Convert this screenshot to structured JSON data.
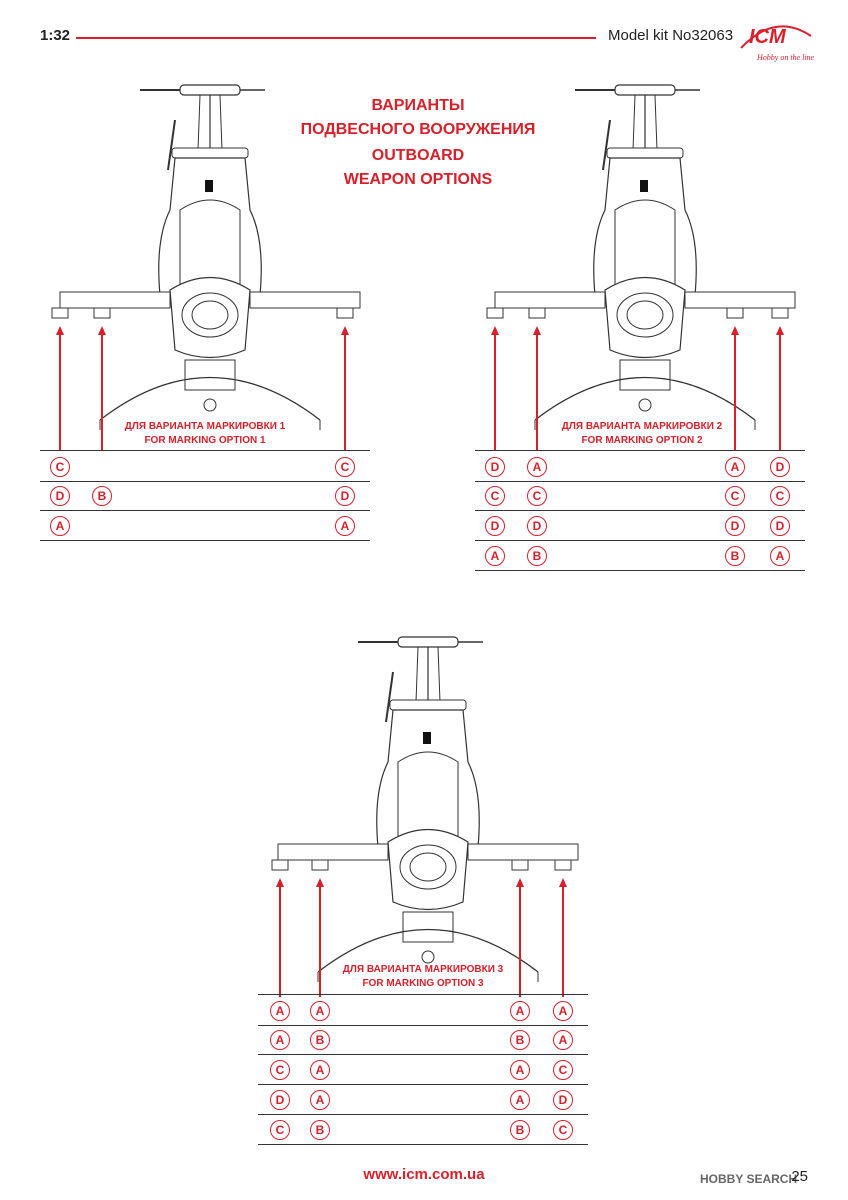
{
  "header": {
    "scale": "1:32",
    "kit": "Model kit No32063",
    "logo_text": "ICM",
    "logo_tagline": "Hobby on the line"
  },
  "title": {
    "line1": "ВАРИАНТЫ",
    "line2": "ПОДВЕСНОГО ВООРУЖЕНИЯ",
    "line3": "OUTBOARD",
    "line4": "WEAPON OPTIONS"
  },
  "options": [
    {
      "caption_ru": "ДЛЯ ВАРИАНТА МАРКИРОВКИ 1",
      "caption_en": "FOR MARKING OPTION 1",
      "rows": [
        [
          "C",
          "",
          "",
          "C"
        ],
        [
          "D",
          "B",
          "",
          "D"
        ],
        [
          "A",
          "",
          "",
          "A"
        ]
      ]
    },
    {
      "caption_ru": "ДЛЯ ВАРИАНТА МАРКИРОВКИ 2",
      "caption_en": "FOR MARKING OPTION 2",
      "rows": [
        [
          "D",
          "A",
          "A",
          "D"
        ],
        [
          "C",
          "C",
          "C",
          "C"
        ],
        [
          "D",
          "D",
          "D",
          "D"
        ],
        [
          "A",
          "B",
          "B",
          "A"
        ]
      ]
    },
    {
      "caption_ru": "ДЛЯ ВАРИАНТА МАРКИРОВКИ 3",
      "caption_en": "FOR MARKING OPTION 3",
      "rows": [
        [
          "A",
          "A",
          "A",
          "A"
        ],
        [
          "A",
          "B",
          "B",
          "A"
        ],
        [
          "C",
          "A",
          "A",
          "C"
        ],
        [
          "D",
          "A",
          "A",
          "D"
        ],
        [
          "C",
          "B",
          "B",
          "C"
        ]
      ]
    }
  ],
  "footer": {
    "url": "www.icm.com.ua",
    "page": "25",
    "watermark": "HOBBY SEARCH"
  },
  "colors": {
    "accent": "#d9202a",
    "line": "#333333"
  }
}
